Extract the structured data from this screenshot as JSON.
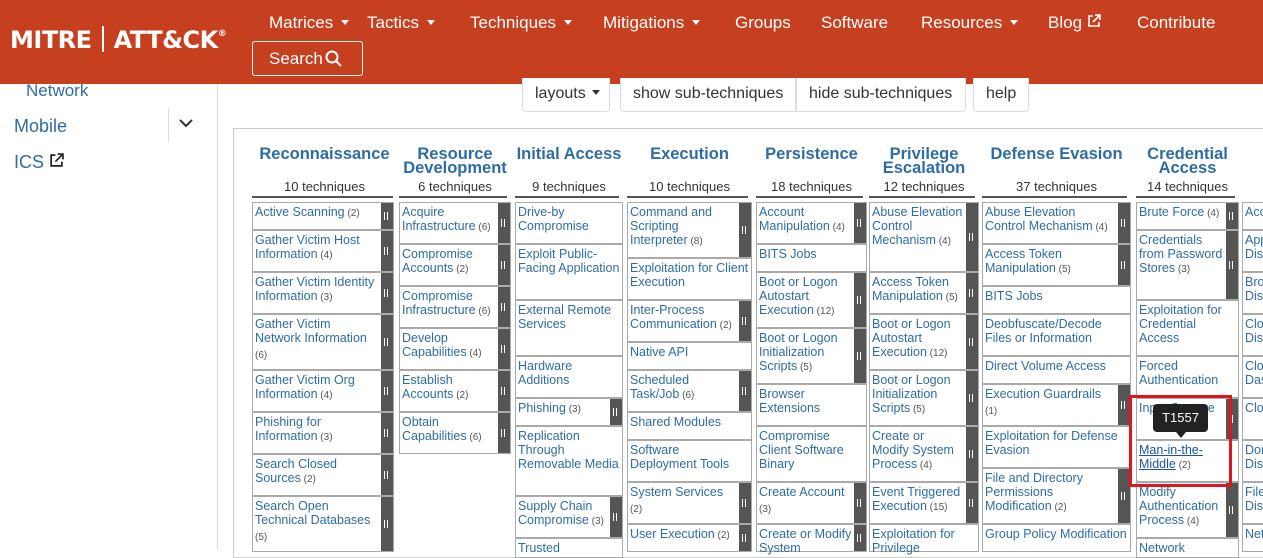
{
  "header": {
    "brand_left": "MITRE",
    "brand_right": "ATT&CK",
    "brand_mark": "®",
    "nav": [
      "Matrices",
      "Tactics",
      "Techniques",
      "Mitigations",
      "Groups",
      "Software",
      "Resources",
      "Blog",
      "Contribute"
    ],
    "search_label": "Search"
  },
  "sidebar": {
    "items": [
      "Network",
      "Mobile",
      "ICS"
    ]
  },
  "toolbar": {
    "layouts": "layouts",
    "show_sub": "show sub-techniques",
    "hide_sub": "hide sub-techniques",
    "help": "help"
  },
  "tooltip": "T1557",
  "colors": {
    "header": "#c63f1f",
    "link": "#2e6da4",
    "highlight": "#e0161e"
  },
  "tactics": [
    {
      "name": "Reconnaissance",
      "count": "10 techniques",
      "cells": [
        {
          "t": "Active Scanning",
          "n": "(2)"
        },
        {
          "t": "Gather Victim Host Information",
          "n": "(4)"
        },
        {
          "t": "Gather Victim Identity Information",
          "n": "(3)"
        },
        {
          "t": "Gather Victim Network Information",
          "n": "(6)"
        },
        {
          "t": "Gather Victim Org Information",
          "n": "(4)"
        },
        {
          "t": "Phishing for Information",
          "n": "(3)"
        },
        {
          "t": "Search Closed Sources",
          "n": "(2)"
        },
        {
          "t": "Search Open Technical Databases",
          "n": "(5)"
        }
      ]
    },
    {
      "name": "Resource Development",
      "count": "6 techniques",
      "cells": [
        {
          "t": "Acquire Infrastructure",
          "n": "(6)"
        },
        {
          "t": "Compromise Accounts",
          "n": "(2)"
        },
        {
          "t": "Compromise Infrastructure",
          "n": "(6)"
        },
        {
          "t": "Develop Capabilities",
          "n": "(4)"
        },
        {
          "t": "Establish Accounts",
          "n": "(2)"
        },
        {
          "t": "Obtain Capabilities",
          "n": "(6)"
        }
      ]
    },
    {
      "name": "Initial Access",
      "count": "9 techniques",
      "cells": [
        {
          "t": "Drive-by Compromise",
          "n": ""
        },
        {
          "t": "Exploit Public-Facing Application",
          "n": ""
        },
        {
          "t": "External Remote Services",
          "n": ""
        },
        {
          "t": "Hardware Additions",
          "n": ""
        },
        {
          "t": "Phishing",
          "n": "(3)"
        },
        {
          "t": "Replication Through Removable Media",
          "n": ""
        },
        {
          "t": "Supply Chain Compromise",
          "n": "(3)"
        },
        {
          "t": "Trusted",
          "n": ""
        }
      ]
    },
    {
      "name": "Execution",
      "count": "10 techniques",
      "cells": [
        {
          "t": "Command and Scripting Interpreter",
          "n": "(8)"
        },
        {
          "t": "Exploitation for Client Execution",
          "n": ""
        },
        {
          "t": "Inter-Process Communication",
          "n": "(2)"
        },
        {
          "t": "Native API",
          "n": ""
        },
        {
          "t": "Scheduled Task/Job",
          "n": "(6)"
        },
        {
          "t": "Shared Modules",
          "n": ""
        },
        {
          "t": "Software Deployment Tools",
          "n": ""
        },
        {
          "t": "System Services",
          "n": "(2)"
        },
        {
          "t": "User Execution",
          "n": "(2)"
        }
      ]
    },
    {
      "name": "Persistence",
      "count": "18 techniques",
      "cells": [
        {
          "t": "Account Manipulation",
          "n": "(4)"
        },
        {
          "t": "BITS Jobs",
          "n": ""
        },
        {
          "t": "Boot or Logon Autostart Execution",
          "n": "(12)"
        },
        {
          "t": "Boot or Logon Initialization Scripts",
          "n": "(5)"
        },
        {
          "t": "Browser Extensions",
          "n": ""
        },
        {
          "t": "Compromise Client Software Binary",
          "n": ""
        },
        {
          "t": "Create Account",
          "n": "(3)"
        },
        {
          "t": "Create or Modify System",
          "n": ""
        }
      ]
    },
    {
      "name": "Privilege Escalation",
      "count": "12 techniques",
      "cells": [
        {
          "t": "Abuse Elevation Control Mechanism",
          "n": "(4)"
        },
        {
          "t": "Access Token Manipulation",
          "n": "(5)"
        },
        {
          "t": "Boot or Logon Autostart Execution",
          "n": "(12)"
        },
        {
          "t": "Boot or Logon Initialization Scripts",
          "n": "(5)"
        },
        {
          "t": "Create or Modify System Process",
          "n": "(4)"
        },
        {
          "t": "Event Triggered Execution",
          "n": "(15)"
        },
        {
          "t": "Exploitation for Privilege",
          "n": ""
        }
      ]
    },
    {
      "name": "Defense Evasion",
      "count": "37 techniques",
      "cells": [
        {
          "t": "Abuse Elevation Control Mechanism",
          "n": "(4)"
        },
        {
          "t": "Access Token Manipulation",
          "n": "(5)"
        },
        {
          "t": "BITS Jobs",
          "n": ""
        },
        {
          "t": "Deobfuscate/Decode Files or Information",
          "n": ""
        },
        {
          "t": "Direct Volume Access",
          "n": ""
        },
        {
          "t": "Execution Guardrails",
          "n": "(1)"
        },
        {
          "t": "Exploitation for Defense Evasion",
          "n": ""
        },
        {
          "t": "File and Directory Permissions Modification",
          "n": "(2)"
        },
        {
          "t": "Group Policy Modification",
          "n": ""
        }
      ]
    },
    {
      "name": "Credential Access",
      "count": "14 techniques",
      "cells": [
        {
          "t": "Brute Force",
          "n": "(4)"
        },
        {
          "t": "Credentials from Password Stores",
          "n": "(3)"
        },
        {
          "t": "Exploitation for Credential Access",
          "n": ""
        },
        {
          "t": "Forced Authentication",
          "n": ""
        },
        {
          "t": "Input Capture",
          "n": ""
        },
        {
          "t": "Man-in-the-Middle",
          "n": "(2)"
        },
        {
          "t": "Modify Authentication Process",
          "n": "(4)"
        },
        {
          "t": "Network",
          "n": ""
        }
      ]
    },
    {
      "name": "",
      "count": "",
      "cells": [
        {
          "t": "Acc",
          "n": ""
        },
        {
          "t": "App Dis",
          "n": ""
        },
        {
          "t": "Bro Dis",
          "n": ""
        },
        {
          "t": "Clo Dis",
          "n": ""
        },
        {
          "t": "Clo Das",
          "n": ""
        },
        {
          "t": "Clo",
          "n": ""
        },
        {
          "t": "Dor Dis",
          "n": ""
        },
        {
          "t": "File Dis",
          "n": ""
        },
        {
          "t": "Net",
          "n": ""
        }
      ]
    }
  ]
}
